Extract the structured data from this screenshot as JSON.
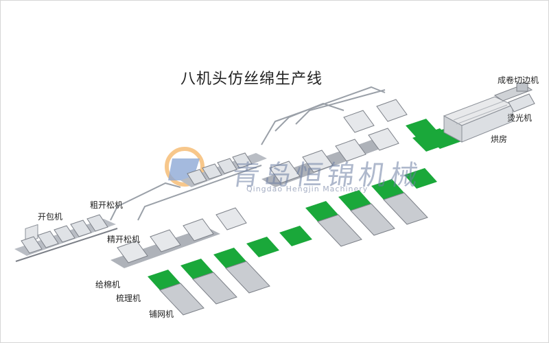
{
  "title": "八机头仿丝绵生产线",
  "labels": {
    "bale_opener": "开包机",
    "coarse_opener": "粗开松机",
    "fine_opener": "精开松机",
    "feeder": "给棉机",
    "carding": "梳理机",
    "cross_lapper": "铺网机",
    "oven": "烘房",
    "calender": "烫光机",
    "winder": "成卷切边机"
  },
  "watermark": {
    "cn": "青岛恒锦机械",
    "en": "Qingdao Hengjin Machinery"
  },
  "colors": {
    "belt_green": "#1aa83a",
    "machine_gray": "#c9ccd1",
    "machine_dark": "#7c8088",
    "duct": "#9aa0a8",
    "logo_orange": "#f29a2e",
    "logo_blue": "#2f62b4"
  }
}
